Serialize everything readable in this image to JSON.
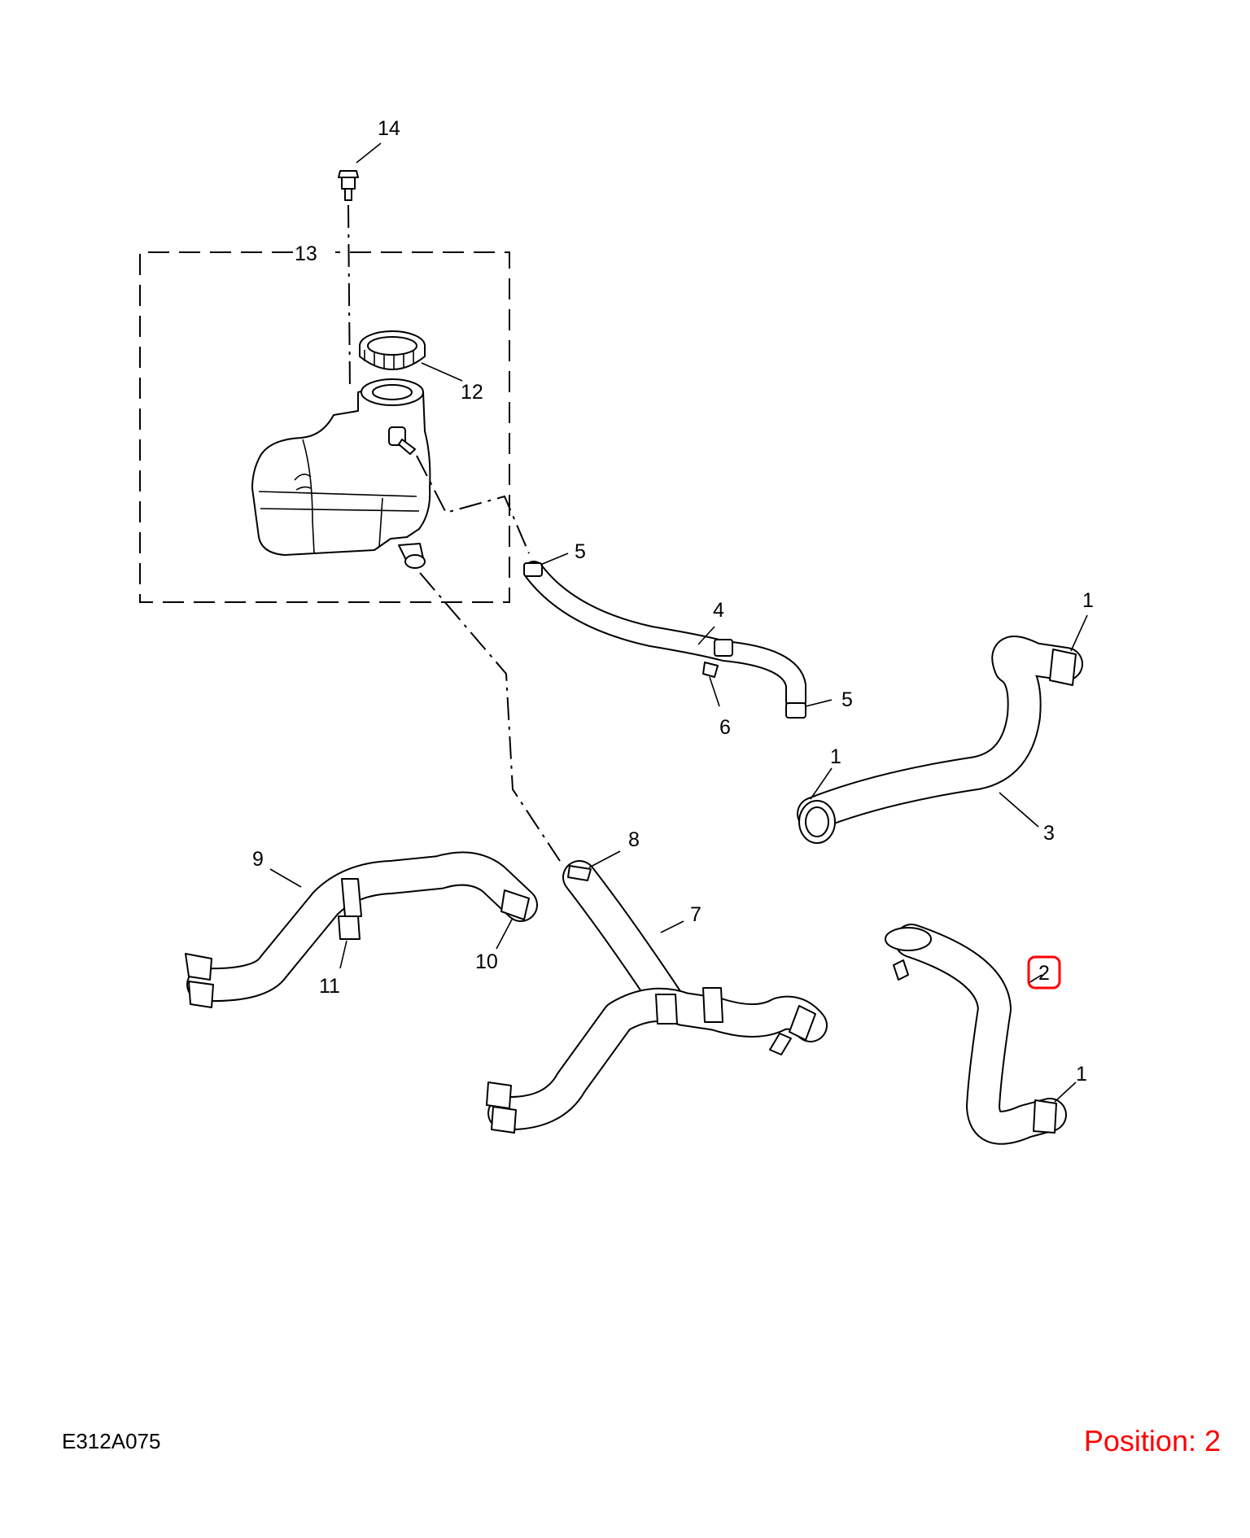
{
  "diagram_code": "E312A075",
  "position": {
    "text": "Position: 2",
    "color": "#ff0000"
  },
  "highlight_color": "#ff0000",
  "callouts": {
    "c1_top": "1",
    "c1_mid": "1",
    "c1_low": "1",
    "c2": "2",
    "c3": "3",
    "c4": "4",
    "c5_top": "5",
    "c5_right": "5",
    "c6": "6",
    "c7": "7",
    "c8": "8",
    "c9": "9",
    "c10": "10",
    "c11": "11",
    "c12": "12",
    "c13": "13",
    "c14": "14"
  }
}
